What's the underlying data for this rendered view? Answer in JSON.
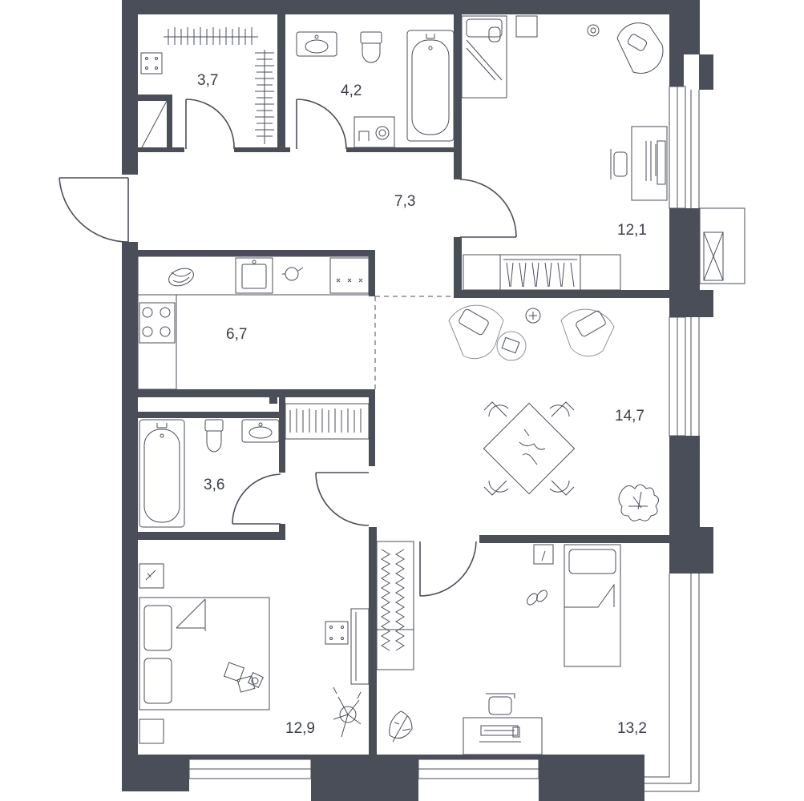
{
  "rooms": [
    {
      "id": "walk-in-closet",
      "area": "3,7"
    },
    {
      "id": "bathroom-1",
      "area": "4,2"
    },
    {
      "id": "hallway",
      "area": "7,3"
    },
    {
      "id": "bedroom-1",
      "area": "12,1"
    },
    {
      "id": "kitchen",
      "area": "6,7"
    },
    {
      "id": "living-room",
      "area": "14,7"
    },
    {
      "id": "bathroom-2",
      "area": "3,6"
    },
    {
      "id": "bedroom-2",
      "area": "12,9"
    },
    {
      "id": "bedroom-3",
      "area": "13,2"
    }
  ],
  "colors": {
    "wall": "#4a4e59",
    "background": "#ffffff"
  }
}
